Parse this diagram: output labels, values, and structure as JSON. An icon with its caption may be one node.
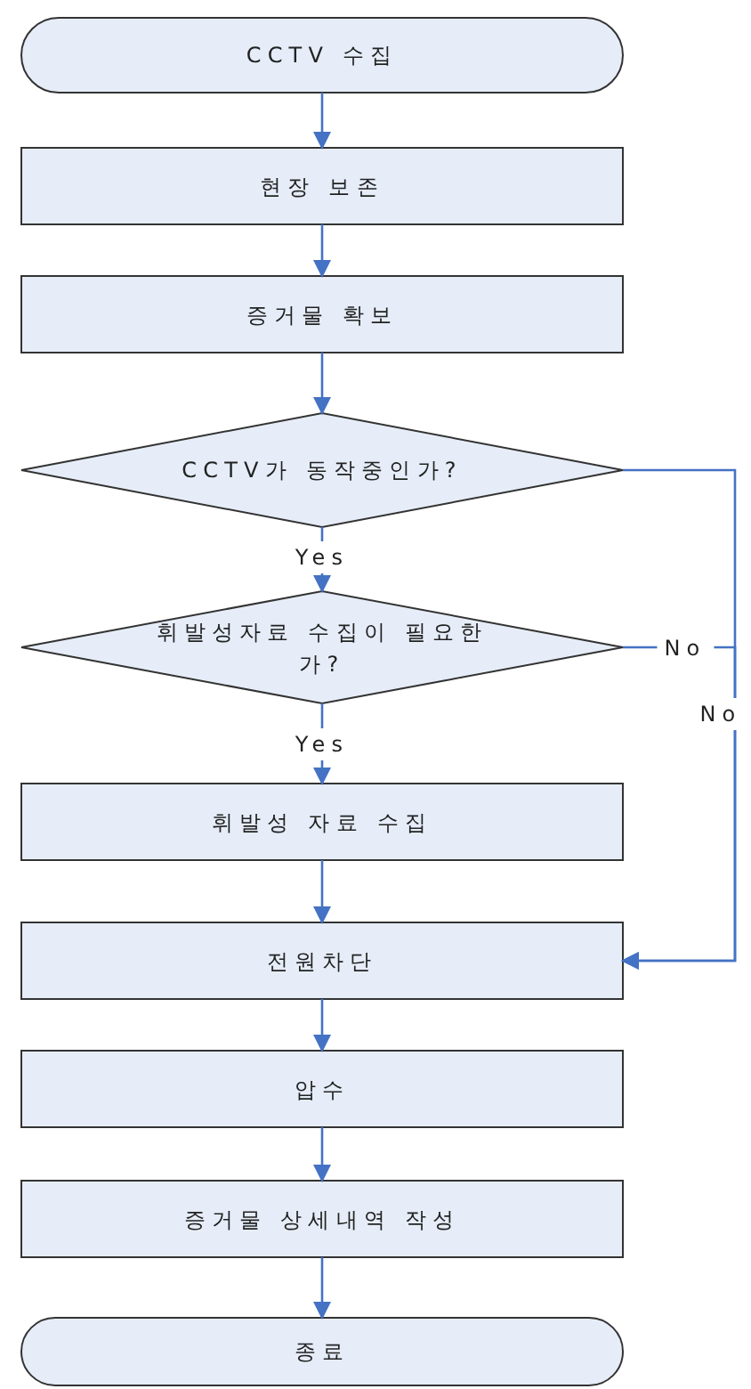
{
  "diagram": {
    "nodes": [
      {
        "text": [
          "CCTV 수집"
        ]
      },
      {
        "text": [
          "현장 보존"
        ]
      },
      {
        "text": [
          "증거물 확보"
        ]
      },
      {
        "text": [
          "CCTV가 동작중인가?"
        ]
      },
      {
        "text": [
          "휘발성자료 수집이 필요한가?"
        ]
      },
      {
        "text": [
          "휘발성 자료 수집"
        ]
      },
      {
        "text": [
          "전원차단"
        ]
      },
      {
        "text": [
          "압수"
        ]
      },
      {
        "text": [
          "증거물 상세내역 작성"
        ]
      },
      {
        "text": [
          "종료"
        ]
      }
    ],
    "edges": [
      {
        "from": 0,
        "to": 1,
        "arrow": "to"
      },
      {
        "from": 1,
        "to": 2,
        "arrow": "to"
      },
      {
        "from": 2,
        "to": 3,
        "arrow": "to"
      },
      {
        "from": 3,
        "to": 4,
        "label": "Yes",
        "arrow": "to"
      },
      {
        "from": 4,
        "to": 5,
        "label": "Yes",
        "arrow": "to"
      },
      {
        "from": 5,
        "to": 6,
        "arrow": "to"
      },
      {
        "from": 3,
        "to": 6,
        "label": "No",
        "arrow": "to"
      },
      {
        "from": 4,
        "to": 6,
        "label": "No",
        "arrow": "to"
      },
      {
        "from": 6,
        "to": 7,
        "arrow": "to"
      },
      {
        "from": 7,
        "to": 8,
        "arrow": "to"
      },
      {
        "from": 8,
        "to": 9,
        "arrow": "to"
      }
    ]
  }
}
